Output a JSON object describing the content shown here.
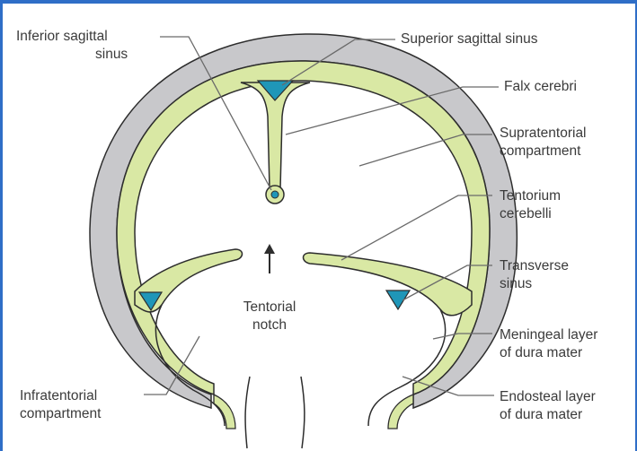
{
  "labels": {
    "inferior_sagittal_sinus": [
      "Inferior sagittal",
      "sinus"
    ],
    "superior_sagittal_sinus": [
      "Superior sagittal sinus"
    ],
    "falx_cerebri": [
      "Falx cerebri"
    ],
    "supratentorial_compartment": [
      "Supratentorial",
      "compartment"
    ],
    "tentorium_cerebelli": [
      "Tentorium",
      "cerebelli"
    ],
    "transverse_sinus": [
      "Transverse",
      "sinus"
    ],
    "tentorial_notch": [
      "Tentorial",
      "notch"
    ],
    "meningeal_layer": [
      "Meningeal layer",
      "of dura mater"
    ],
    "infratentorial_compartment": [
      "Infratentorial",
      "compartment"
    ],
    "endosteal_layer": [
      "Endosteal layer",
      "of dura mater"
    ]
  },
  "colors": {
    "frame": "#2f6ec7",
    "skull": "#c8c8cb",
    "dura": "#d9e8a4",
    "sinus": "#1f96b8",
    "outline": "#2d2d2d",
    "leader": "#6a6a6a"
  }
}
